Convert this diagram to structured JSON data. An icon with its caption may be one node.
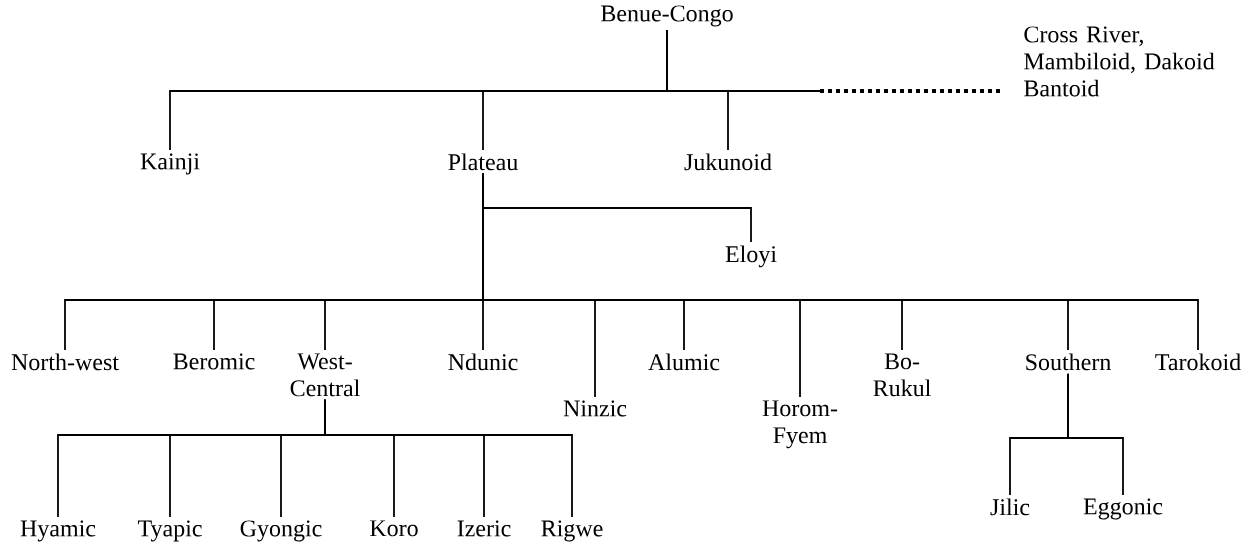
{
  "diagram": {
    "nodes": [
      {
        "text": [
          "Benue-Congo"
        ]
      },
      {
        "text": [
          "Kainji"
        ]
      },
      {
        "text": [
          "Plateau"
        ]
      },
      {
        "text": [
          "Jukunoid"
        ]
      },
      {
        "text": [
          "Cross River, Mambiloid, Dakoid Bantoid"
        ]
      },
      {
        "text": [
          "Eloyi"
        ]
      },
      {
        "text": [
          "North-west"
        ]
      },
      {
        "text": [
          "Beromic"
        ]
      },
      {
        "text": [
          "West- Central"
        ]
      },
      {
        "text": [
          "Ndunic"
        ]
      },
      {
        "text": [
          "Ninzic"
        ]
      },
      {
        "text": [
          "Alumic"
        ]
      },
      {
        "text": [
          "Horom- Fyem"
        ]
      },
      {
        "text": [
          "Bo- Rukul"
        ]
      },
      {
        "text": [
          "Southern"
        ]
      },
      {
        "text": [
          "Tarokoid"
        ]
      },
      {
        "text": [
          "Hyamic"
        ]
      },
      {
        "text": [
          "Tyapic"
        ]
      },
      {
        "text": [
          "Gyongic"
        ]
      },
      {
        "text": [
          "Koro"
        ]
      },
      {
        "text": [
          "Izeric"
        ]
      },
      {
        "text": [
          "Rigwe"
        ]
      },
      {
        "text": [
          "Jilic"
        ]
      },
      {
        "text": [
          "Eggonic"
        ]
      }
    ],
    "edges": [
      {
        "from": 0,
        "to": 1,
        "arrow": "none"
      },
      {
        "from": 0,
        "to": 2,
        "arrow": "none"
      },
      {
        "from": 0,
        "to": 3,
        "arrow": "none"
      },
      {
        "from": 0,
        "to": 4,
        "arrow": "none",
        "style": "dashed"
      },
      {
        "from": 2,
        "to": 5,
        "arrow": "none"
      },
      {
        "from": 2,
        "to": 6,
        "arrow": "none"
      },
      {
        "from": 2,
        "to": 7,
        "arrow": "none"
      },
      {
        "from": 2,
        "to": 8,
        "arrow": "none"
      },
      {
        "from": 2,
        "to": 9,
        "arrow": "none"
      },
      {
        "from": 2,
        "to": 10,
        "arrow": "none"
      },
      {
        "from": 2,
        "to": 11,
        "arrow": "none"
      },
      {
        "from": 2,
        "to": 12,
        "arrow": "none"
      },
      {
        "from": 2,
        "to": 13,
        "arrow": "none"
      },
      {
        "from": 2,
        "to": 14,
        "arrow": "none"
      },
      {
        "from": 2,
        "to": 15,
        "arrow": "none"
      },
      {
        "from": 8,
        "to": 16,
        "arrow": "none"
      },
      {
        "from": 8,
        "to": 17,
        "arrow": "none"
      },
      {
        "from": 8,
        "to": 18,
        "arrow": "none"
      },
      {
        "from": 8,
        "to": 19,
        "arrow": "none"
      },
      {
        "from": 8,
        "to": 20,
        "arrow": "none"
      },
      {
        "from": 8,
        "to": 21,
        "arrow": "none"
      },
      {
        "from": 14,
        "to": 22,
        "arrow": "none"
      },
      {
        "from": 14,
        "to": 23,
        "arrow": "none"
      }
    ]
  }
}
